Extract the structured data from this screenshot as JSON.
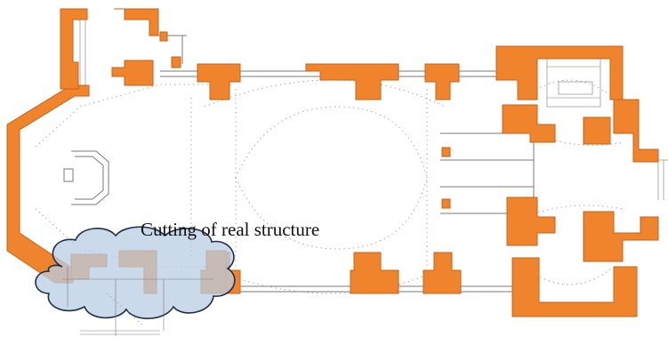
{
  "annotation": {
    "label": "Cutting of real structure"
  },
  "colors": {
    "wall_fill": "#f0842c",
    "wall_edge": "#c8621a",
    "line": "#7a7a7a",
    "dot": "#9a9a9a",
    "cloud_fill": "#b9cde4",
    "cloud_edge": "#1f2f4a"
  },
  "legend": {
    "walls": "orange-wall-cross-sections",
    "highlight": "cloud-marking-cut-region"
  }
}
